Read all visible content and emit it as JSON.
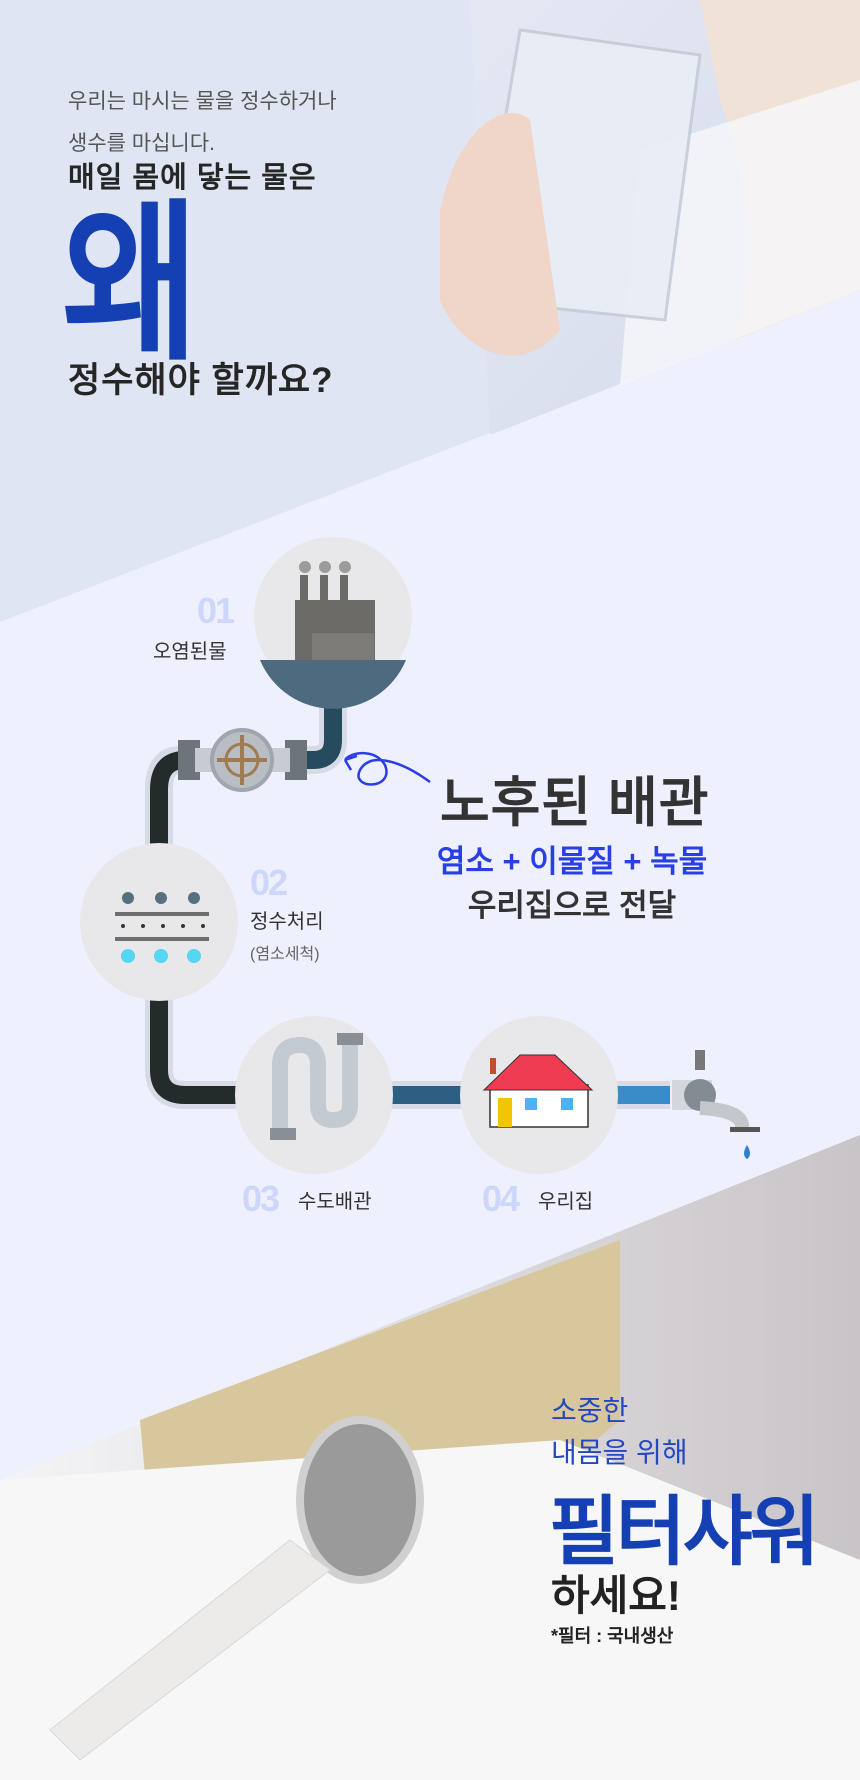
{
  "intro": {
    "line1": "우리는 마시는 물을 정수하거나",
    "line2": "생수를 마십니다.",
    "question_top": "매일 몸에 닿는 물은",
    "emphasis": "왜",
    "question_bottom": "정수해야 할까요?"
  },
  "diagram": {
    "steps": [
      {
        "num": "01",
        "label": "오염된물",
        "icon": "factory-icon"
      },
      {
        "num": "02",
        "label": "정수처리",
        "sub": "(염소세척)",
        "icon": "filter-icon"
      },
      {
        "num": "03",
        "label": "수도배관",
        "icon": "pipe-icon"
      },
      {
        "num": "04",
        "label": "우리집",
        "icon": "house-icon"
      }
    ],
    "callout_title": "노후된 배관",
    "callout_blue": "염소 + 이물질 + 녹물",
    "callout_bottom": "우리집으로 전달"
  },
  "outro": {
    "line1": "소중한",
    "line2": "내몸을 위해",
    "product": "필터샤워",
    "cta": "하세요!",
    "note": "*필터 : 국내생산"
  },
  "colors": {
    "accent": "#1540b3",
    "highlight": "#2a3ee6",
    "step_num": "#cdd6fb"
  }
}
